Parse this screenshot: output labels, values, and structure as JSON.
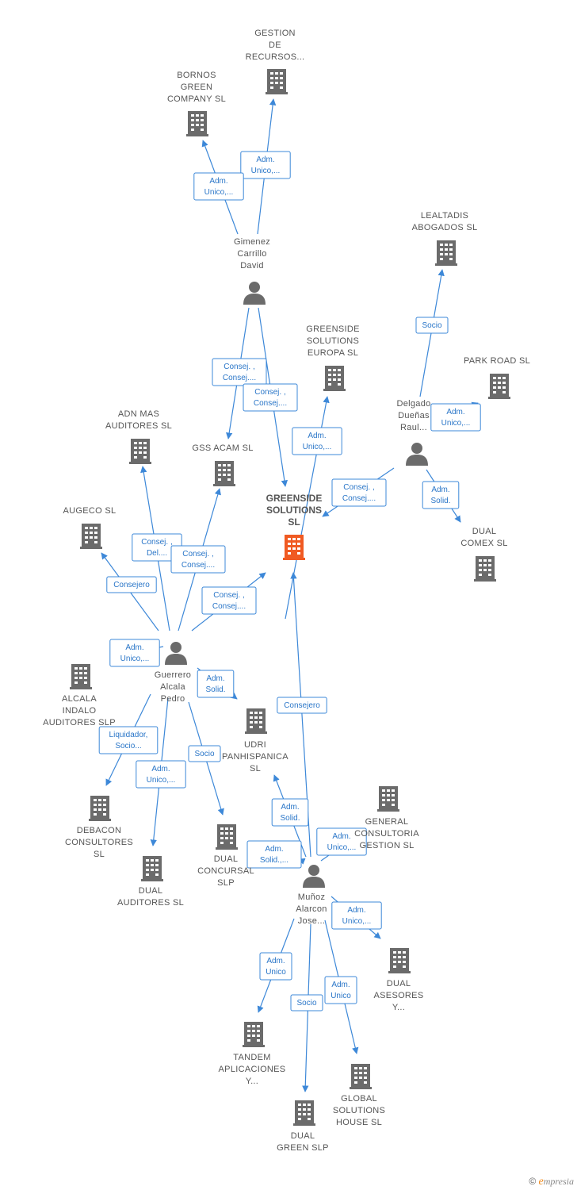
{
  "center": {
    "lines": [
      "GREENSIDE",
      "SOLUTIONS",
      "SL"
    ],
    "color": "#f05a22"
  },
  "nodes": [
    {
      "id": "gestion",
      "kind": "company",
      "lines": [
        "GESTION",
        "DE",
        "RECURSOS..."
      ]
    },
    {
      "id": "bornos",
      "kind": "company",
      "lines": [
        "BORNOS",
        "GREEN",
        "COMPANY  SL"
      ]
    },
    {
      "id": "gimenez",
      "kind": "person",
      "lines": [
        "Gimenez",
        "Carrillo",
        "David"
      ]
    },
    {
      "id": "lealtadis",
      "kind": "company",
      "lines": [
        "LEALTADIS",
        "ABOGADOS SL"
      ]
    },
    {
      "id": "gs_europa",
      "kind": "company",
      "lines": [
        "GREENSIDE",
        "SOLUTIONS",
        "EUROPA  SL"
      ]
    },
    {
      "id": "parkroad",
      "kind": "company",
      "lines": [
        "PARK ROAD SL"
      ]
    },
    {
      "id": "delgado",
      "kind": "person",
      "lines": [
        "Delgado",
        "Dueñas",
        "Raul..."
      ]
    },
    {
      "id": "adnmas",
      "kind": "company",
      "lines": [
        "ADN MAS",
        "AUDITORES  SL"
      ]
    },
    {
      "id": "gssacam",
      "kind": "company",
      "lines": [
        "GSS ACAM  SL"
      ]
    },
    {
      "id": "augeco",
      "kind": "company",
      "lines": [
        "AUGECO SL"
      ]
    },
    {
      "id": "dualcomex",
      "kind": "company",
      "lines": [
        "DUAL",
        "COMEX  SL"
      ]
    },
    {
      "id": "guerrero",
      "kind": "person",
      "lines": [
        "Guerrero",
        "Alcala",
        "Pedro"
      ]
    },
    {
      "id": "alcala",
      "kind": "company",
      "lines": [
        "ALCALA",
        "INDALO",
        "AUDITORES  SLP"
      ]
    },
    {
      "id": "udri",
      "kind": "company",
      "lines": [
        "UDRI",
        "PANHISPANICA",
        "SL"
      ]
    },
    {
      "id": "debacon",
      "kind": "company",
      "lines": [
        "DEBACON",
        "CONSULTORES",
        "SL"
      ]
    },
    {
      "id": "dualaud",
      "kind": "company",
      "lines": [
        "DUAL",
        "AUDITORES  SL"
      ]
    },
    {
      "id": "dualconc",
      "kind": "company",
      "lines": [
        "DUAL",
        "CONCURSAL",
        "SLP"
      ]
    },
    {
      "id": "general",
      "kind": "company",
      "lines": [
        "GENERAL",
        "CONSULTORIA",
        "GESTION  SL"
      ]
    },
    {
      "id": "munoz",
      "kind": "person",
      "lines": [
        "Muñoz",
        "Alarcon",
        "Jose..."
      ]
    },
    {
      "id": "dualases",
      "kind": "company",
      "lines": [
        "DUAL",
        "ASESORES",
        "Y..."
      ]
    },
    {
      "id": "tandem",
      "kind": "company",
      "lines": [
        "TANDEM",
        "APLICACIONES",
        "Y..."
      ]
    },
    {
      "id": "globalsol",
      "kind": "company",
      "lines": [
        "GLOBAL",
        "SOLUTIONS",
        "HOUSE  SL"
      ]
    },
    {
      "id": "dualgreen",
      "kind": "company",
      "lines": [
        "DUAL",
        "GREEN  SLP"
      ]
    }
  ],
  "edges": [
    {
      "from": "gimenez",
      "to": "gestion",
      "label": [
        "Adm.",
        "Unico,..."
      ]
    },
    {
      "from": "gimenez",
      "to": "bornos",
      "label": [
        "Adm.",
        "Unico,..."
      ]
    },
    {
      "from": "gimenez",
      "to": "gssacam",
      "label": [
        "Consej. ,",
        "Consej...."
      ]
    },
    {
      "from": "gimenez",
      "to": "center",
      "label": [
        "Consej. ,",
        "Consej...."
      ]
    },
    {
      "from": "delgado",
      "to": "lealtadis",
      "label": [
        "Socio"
      ]
    },
    {
      "from": "delgado",
      "to": "parkroad",
      "label": [
        "Adm.",
        "Unico,..."
      ]
    },
    {
      "from": "delgado",
      "to": "center",
      "label": [
        "Consej. ,",
        "Consej...."
      ]
    },
    {
      "from": "delgado",
      "to": "dualcomex",
      "label": [
        "Adm.",
        "Solid."
      ]
    },
    {
      "from": "guerrero",
      "to": "gs_europa",
      "label": [
        "Adm.",
        "Unico,..."
      ]
    },
    {
      "from": "guerrero",
      "to": "adnmas",
      "label": [
        "Consej. ,",
        "Del...."
      ]
    },
    {
      "from": "guerrero",
      "to": "gssacam",
      "label": [
        "Consej. ,",
        "Consej...."
      ]
    },
    {
      "from": "guerrero",
      "to": "augeco",
      "label": [
        "Consejero"
      ]
    },
    {
      "from": "guerrero",
      "to": "center",
      "label": [
        "Consej. ,",
        "Consej...."
      ]
    },
    {
      "from": "guerrero",
      "to": "alcala",
      "label": [
        "Adm.",
        "Unico,..."
      ]
    },
    {
      "from": "guerrero",
      "to": "udri",
      "label": [
        "Adm.",
        "Solid."
      ]
    },
    {
      "from": "guerrero",
      "to": "debacon",
      "label": [
        "Liquidador,",
        "Socio..."
      ]
    },
    {
      "from": "guerrero",
      "to": "dualaud",
      "label": [
        "Adm.",
        "Unico,..."
      ]
    },
    {
      "from": "guerrero",
      "to": "dualconc",
      "label": [
        "Socio"
      ]
    },
    {
      "from": "munoz",
      "to": "center",
      "label": [
        "Consejero"
      ]
    },
    {
      "from": "munoz",
      "to": "udri",
      "label": [
        "Adm.",
        "Solid."
      ]
    },
    {
      "from": "munoz",
      "to": "dualconc",
      "label": [
        "Adm.",
        "Solid.,..."
      ]
    },
    {
      "from": "munoz",
      "to": "general",
      "label": [
        "Adm.",
        "Unico,..."
      ]
    },
    {
      "from": "munoz",
      "to": "dualases",
      "label": [
        "Adm.",
        "Unico,..."
      ]
    },
    {
      "from": "munoz",
      "to": "tandem",
      "label": [
        "Adm.",
        "Unico"
      ]
    },
    {
      "from": "munoz",
      "to": "dualgreen",
      "label": [
        "Socio"
      ]
    },
    {
      "from": "munoz",
      "to": "globalsol",
      "label": [
        "Adm.",
        "Unico"
      ]
    }
  ],
  "colors": {
    "icon": "#6b6b6b",
    "edge": "#3d88d8",
    "center": "#f05a22"
  },
  "footer": {
    "symbol": "©",
    "brand_initial": "e",
    "brand_rest": "mpresia"
  }
}
